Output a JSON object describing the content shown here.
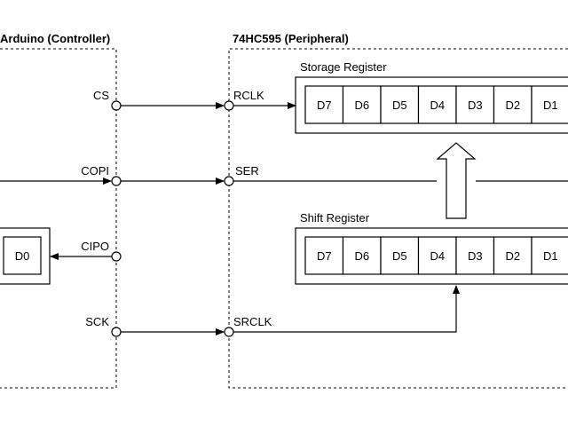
{
  "controller": {
    "title": "Arduino (Controller)",
    "register": {
      "cells": [
        "D0"
      ]
    }
  },
  "peripheral": {
    "title": "74HC595 (Peripheral)"
  },
  "signals": {
    "cs": "CS",
    "copi": "COPI",
    "cipo": "CIPO",
    "sck": "SCK",
    "rclk": "RCLK",
    "ser": "SER",
    "srclk": "SRCLK"
  },
  "storage_register": {
    "title": "Storage Register",
    "cells": [
      "D7",
      "D6",
      "D5",
      "D4",
      "D3",
      "D2",
      "D1"
    ]
  },
  "shift_register": {
    "title": "Shift Register",
    "cells": [
      "D7",
      "D6",
      "D5",
      "D4",
      "D3",
      "D2",
      "D1"
    ]
  }
}
